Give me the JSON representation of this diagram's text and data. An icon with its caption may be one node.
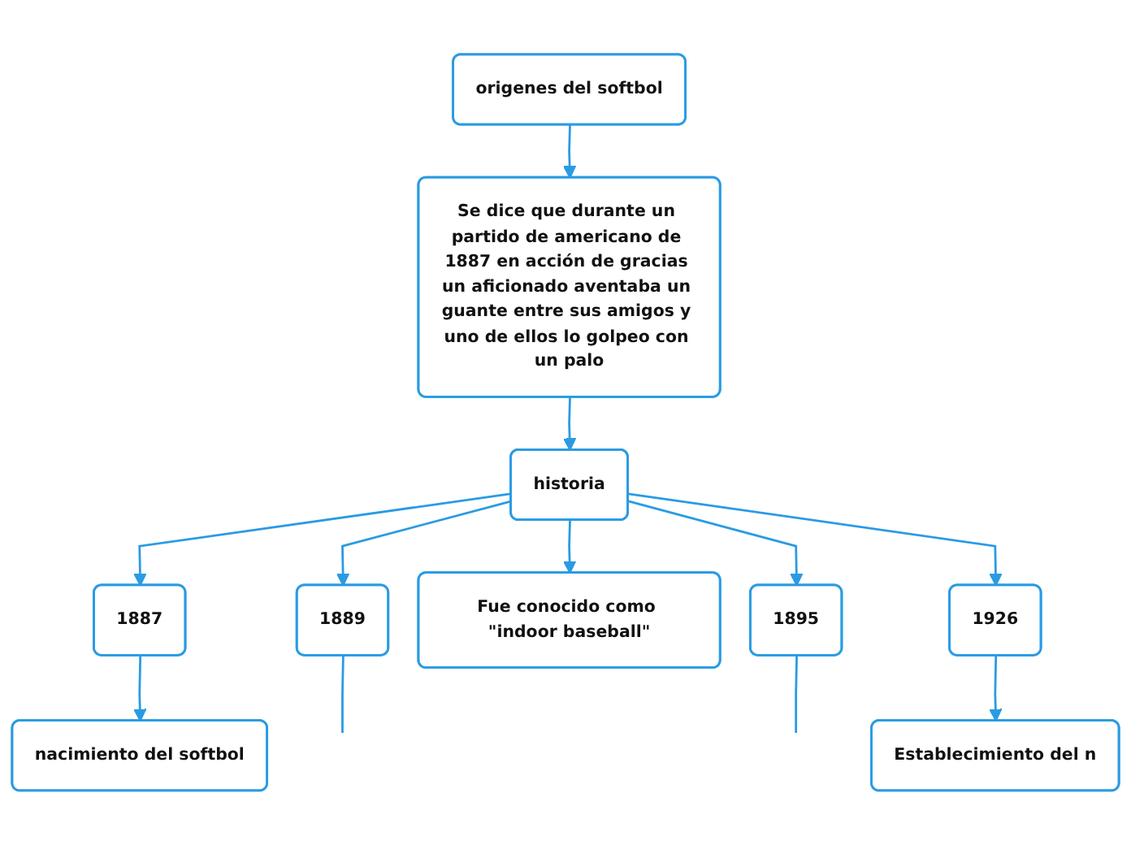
{
  "diagram": {
    "nodes": [
      {
        "text": [
          "origenes del softbol"
        ]
      },
      {
        "text": [
          "Se dice que durante un partido de americano de 1887 en acción de gracias un aficionado aventaba un guante entre sus amigos y uno de ellos lo golpeo con un palo"
        ]
      },
      {
        "text": [
          "historia"
        ]
      },
      {
        "text": [
          "1887"
        ]
      },
      {
        "text": [
          "nacimiento del softbol"
        ]
      },
      {
        "text": [
          "1889"
        ]
      },
      {
        "text": [
          "Fue conocido como \"indoor baseball\""
        ]
      },
      {
        "text": [
          "1895"
        ]
      },
      {
        "text": [
          "1926"
        ]
      },
      {
        "text": [
          "Establecimiento del n"
        ]
      }
    ],
    "edges": [
      {
        "from": 0,
        "to": 1,
        "arrow": "to"
      },
      {
        "from": 1,
        "to": 2,
        "arrow": "to"
      },
      {
        "from": 2,
        "to": 3,
        "arrow": "to"
      },
      {
        "from": 3,
        "to": 4,
        "arrow": "to"
      },
      {
        "from": 2,
        "to": 5,
        "arrow": "to"
      },
      {
        "from": 2,
        "to": 6,
        "arrow": "to"
      },
      {
        "from": 2,
        "to": 7,
        "arrow": "to"
      },
      {
        "from": 2,
        "to": 8,
        "arrow": "to"
      },
      {
        "from": 8,
        "to": 9,
        "arrow": "to"
      },
      {
        "from": 5,
        "to": null,
        "arrow": "none"
      },
      {
        "from": 7,
        "to": null,
        "arrow": "none"
      }
    ]
  }
}
